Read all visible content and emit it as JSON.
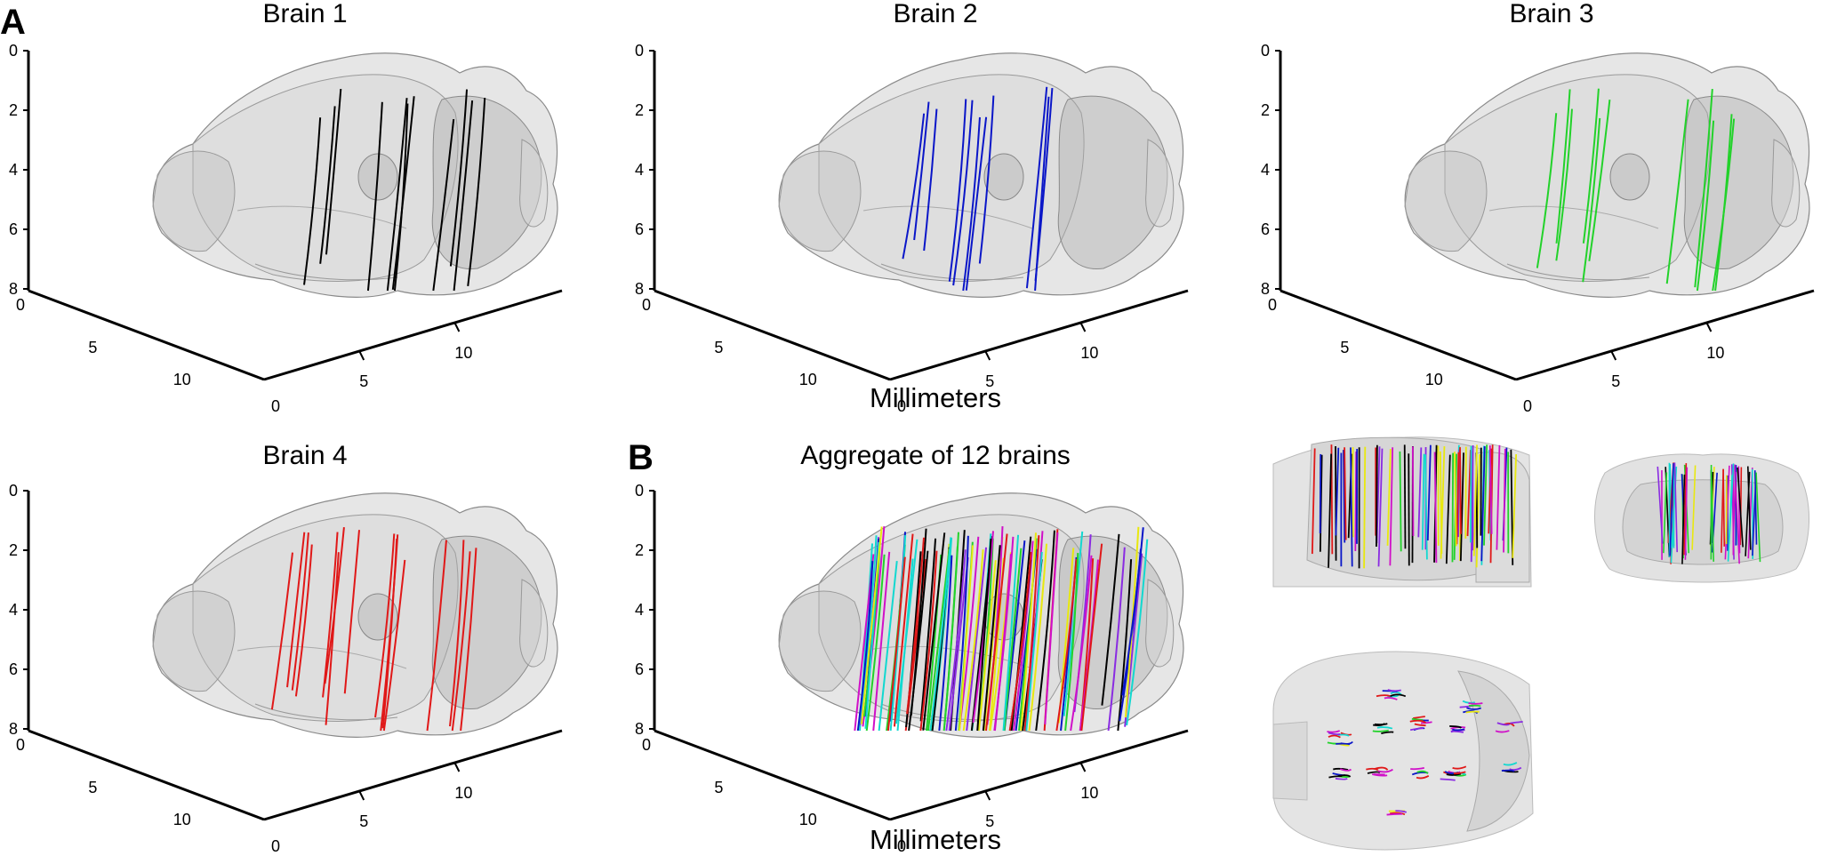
{
  "figure": {
    "panel_labels": [
      "A",
      "B"
    ],
    "axis_label": "Millimeters",
    "ticks": {
      "vertical": [
        "0",
        "2",
        "4",
        "6",
        "8"
      ],
      "left_axis": [
        "0",
        "5",
        "10"
      ],
      "right_axis": [
        "0",
        "5",
        "10"
      ]
    },
    "panels": [
      {
        "title": "Brain 1",
        "colors": [
          "#000000"
        ]
      },
      {
        "title": "Brain 2",
        "colors": [
          "#0a16c8"
        ]
      },
      {
        "title": "Brain 3",
        "colors": [
          "#22d22a"
        ]
      },
      {
        "title": "Brain 4",
        "colors": [
          "#e01818"
        ]
      },
      {
        "title": "Aggregate of 12 brains",
        "colors": [
          "#000000",
          "#0a16c8",
          "#22d22a",
          "#e01818",
          "#12d8d0",
          "#e8e80e",
          "#d010c8",
          "#8a2be2"
        ]
      }
    ],
    "views": [
      "sagittal-view",
      "coronal-view",
      "horizontal-view"
    ]
  }
}
